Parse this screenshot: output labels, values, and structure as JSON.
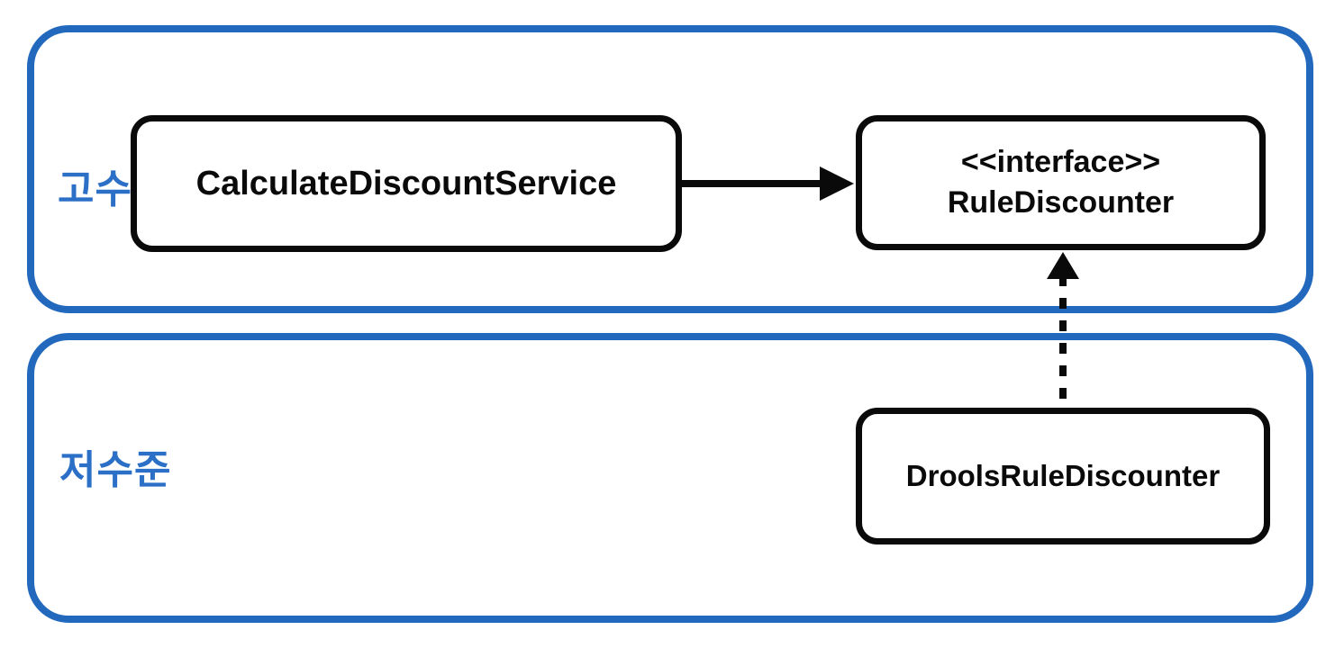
{
  "diagram": {
    "layers": {
      "high": {
        "label": "고수준"
      },
      "low": {
        "label": "저수준"
      }
    },
    "nodes": {
      "service": {
        "label": "CalculateDiscountService"
      },
      "rule_interface": {
        "stereotype": "<<interface>>",
        "label": "RuleDiscounter"
      },
      "impl": {
        "label": "DroolsRuleDiscounter"
      }
    },
    "edges": {
      "dependency": {
        "from": "service",
        "to": "rule_interface",
        "style": "solid-arrow"
      },
      "realization": {
        "from": "impl",
        "to": "rule_interface",
        "style": "dashed-arrow"
      }
    },
    "colors": {
      "layer_border": "#2269be",
      "layer_label": "#2b6fc7",
      "node_border": "#0a0a0a",
      "node_text": "#0a0a0a",
      "arrow": "#0a0a0a",
      "bg": "#ffffff"
    }
  }
}
